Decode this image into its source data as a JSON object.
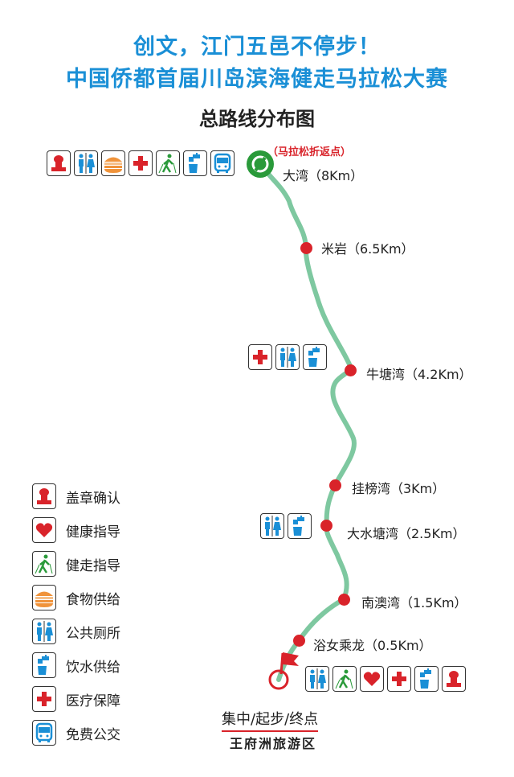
{
  "header": {
    "title_line1": "创文，江门五邑不停步！",
    "title_line2": "中国侨都首届川岛滨海健走马拉松大赛",
    "subtitle": "总路线分布图"
  },
  "colors": {
    "title": "#1a8fd6",
    "route": "#7ec8a0",
    "checkpoint": "#d9232a",
    "turnaround": "#2a9a3a"
  },
  "turnaround": {
    "note": "（马拉松折返点）",
    "label": "大湾（8Km）",
    "icons": [
      "stamp",
      "toilet",
      "food",
      "medical",
      "hiking",
      "water",
      "bus"
    ]
  },
  "checkpoints": [
    {
      "label": "米岩（6.5Km）",
      "icons": []
    },
    {
      "label": "牛塘湾（4.2Km）",
      "icons": [
        "medical",
        "toilet",
        "water"
      ]
    },
    {
      "label": "挂榜湾（3Km）",
      "icons": []
    },
    {
      "label": "大水塘湾（2.5Km）",
      "icons": [
        "toilet",
        "water"
      ]
    },
    {
      "label": "南澳湾（1.5Km）",
      "icons": []
    },
    {
      "label": "浴女乘龙（0.5Km）",
      "icons": []
    }
  ],
  "start": {
    "label": "集中/起步/终点",
    "place": "王府洲旅游区",
    "icons": [
      "toilet",
      "hiking",
      "heart",
      "medical",
      "water",
      "stamp"
    ]
  },
  "legend": [
    {
      "icon": "stamp",
      "label": "盖章确认"
    },
    {
      "icon": "heart",
      "label": "健康指导"
    },
    {
      "icon": "hiking",
      "label": "健走指导"
    },
    {
      "icon": "food",
      "label": "食物供给"
    },
    {
      "icon": "toilet",
      "label": "公共厕所"
    },
    {
      "icon": "water",
      "label": "饮水供给"
    },
    {
      "icon": "medical",
      "label": "医疗保障"
    },
    {
      "icon": "bus",
      "label": "免费公交"
    }
  ]
}
